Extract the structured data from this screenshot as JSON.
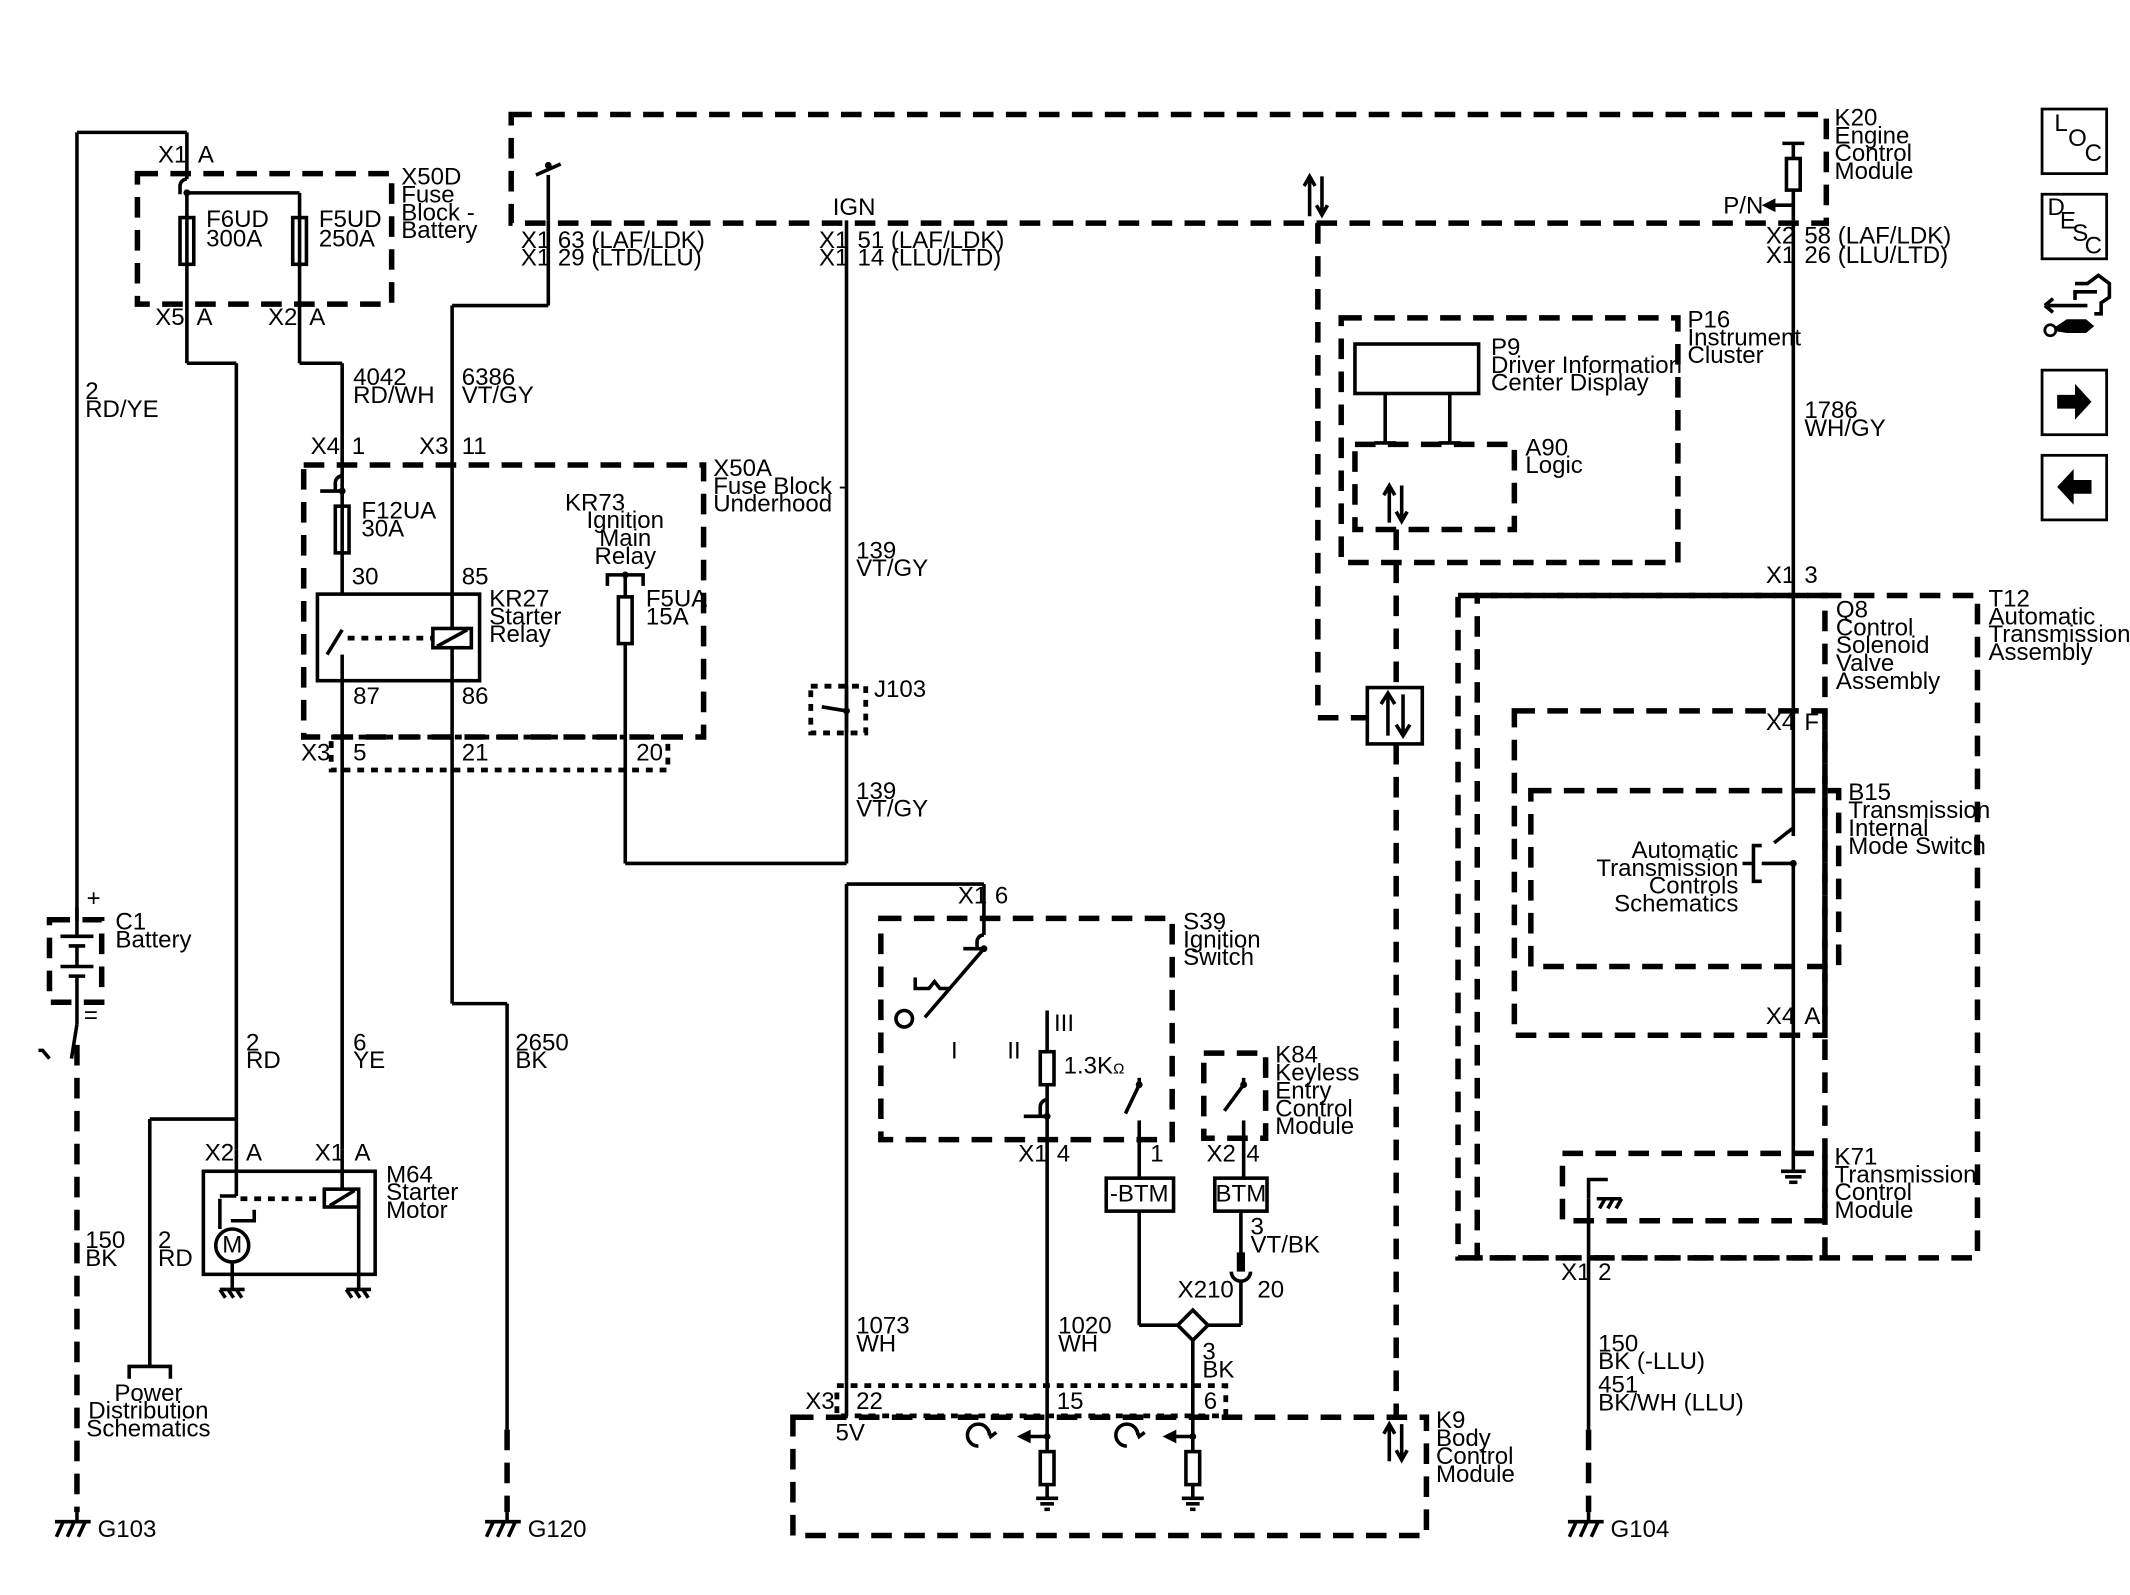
{
  "diagram": {
    "components": {
      "k20": [
        "K20",
        "Engine",
        "Control",
        "Module"
      ],
      "x50d": [
        "X50D",
        "Fuse",
        "Block -",
        "Battery"
      ],
      "f6ud": [
        "F6UD",
        "300A"
      ],
      "f5ud": [
        "F5UD",
        "250A"
      ],
      "x50a": [
        "X50A",
        "Fuse Block -",
        "Underhood"
      ],
      "f12ua": [
        "F12UA",
        "30A"
      ],
      "kr73": [
        "KR73",
        "Ignition",
        "Main",
        "Relay"
      ],
      "kr27": [
        "KR27",
        "Starter",
        "Relay"
      ],
      "f5ua": [
        "F5UA",
        "15A"
      ],
      "j103": "J103",
      "c1": [
        "C1",
        "Battery"
      ],
      "m64": [
        "M64",
        "Starter",
        "Motor"
      ],
      "power_dist": [
        "Power",
        "Distribution",
        "Schematics"
      ],
      "s39": [
        "S39",
        "Ignition",
        "Switch"
      ],
      "k84": [
        "K84",
        "Keyless",
        "Entry",
        "Control",
        "Module"
      ],
      "btm_neg": "-BTM",
      "btm": "BTM",
      "x210": "X210",
      "k9": [
        "K9",
        "Body",
        "Control",
        "Module"
      ],
      "p16": [
        "P16",
        "Instrument",
        "Cluster"
      ],
      "p9": [
        "P9",
        "Driver Information",
        "Center Display"
      ],
      "a90": [
        "A90",
        "Logic"
      ],
      "q8": [
        "Q8",
        "Control",
        "Solenoid",
        "Valve",
        "Assembly"
      ],
      "t12": [
        "T12",
        "Automatic",
        "Transmission",
        "Assembly"
      ],
      "b15": [
        "B15",
        "Transmission",
        "Internal",
        "Mode Switch"
      ],
      "atc": [
        "Automatic",
        "Transmission",
        "Controls",
        "Schematics"
      ],
      "k71": [
        "K71",
        "Transmission",
        "Control",
        "Module"
      ]
    },
    "signals": {
      "ign": "IGN",
      "pn": "P/N",
      "v5": "5V",
      "res": "1.3K",
      "ohm": "Ω",
      "sw_iii": "III",
      "sw_ii": "II",
      "sw_i": "I"
    },
    "connectors": {
      "x1_top": "X1",
      "a_top": "A",
      "x5": "X5",
      "x5_a": "A",
      "x2_x50d": "X2",
      "x2_a": "A",
      "x4": "X4",
      "x4_pin": "1",
      "x3_11": "X3",
      "pin_11": "11",
      "pin_30": "30",
      "pin_85": "85",
      "pin_87": "87",
      "pin_86": "86",
      "x3_bot": "X3",
      "pin_5": "5",
      "pin_21": "21",
      "pin_20": "20",
      "k20_x1a": "X1",
      "k20_63": "63 (LAF/LDK)",
      "k20_x1b": "X1",
      "k20_29": "29 (LTD/LLU)",
      "k20_x1c": "X1",
      "k20_51": "51 (LAF/LDK)",
      "k20_x1d": "X1",
      "k20_14": "14 (LLU/LTD)",
      "k20_x2": "X2",
      "k20_58": "58 (LAF/LDK)",
      "k20_x1e": "X1",
      "k20_26": "26 (LLU/LTD)",
      "m64_x2": "X2",
      "m64_x2a": "A",
      "m64_x1": "X1",
      "m64_x1a": "A",
      "s39_x1": "X1",
      "s39_6": "6",
      "s39_x1b": "X1",
      "s39_4": "4",
      "s39_1": "1",
      "k84_x2": "X2",
      "k84_4": "4",
      "x210_20": "20",
      "k9_x3": "X3",
      "k9_22": "22",
      "k9_15": "15",
      "k9_6": "6",
      "t12_x1": "X1",
      "t12_3": "3",
      "t12_x4f": "X4",
      "t12_f": "F",
      "t12_x4a": "X4",
      "t12_a": "A",
      "k71_x1": "X1",
      "k71_2": "2"
    },
    "wires": {
      "w2_rdye": [
        "2",
        "RD/YE"
      ],
      "w4042": [
        "4042",
        "RD/WH"
      ],
      "w6386": [
        "6386",
        "VT/GY"
      ],
      "w139a": [
        "139",
        "VT/GY"
      ],
      "w139b": [
        "139",
        "VT/GY"
      ],
      "w2_rd": [
        "2",
        "RD"
      ],
      "w6_ye": [
        "6",
        "YE"
      ],
      "w2650": [
        "2650",
        "BK"
      ],
      "w150": [
        "150",
        "BK"
      ],
      "w2_rd2": [
        "2",
        "RD"
      ],
      "w1073": [
        "1073",
        "WH"
      ],
      "w1020": [
        "1020",
        "WH"
      ],
      "w3_vtbk": [
        "3",
        "VT/BK"
      ],
      "w3_bk": [
        "3",
        "BK"
      ],
      "w1786": [
        "1786",
        "WH/GY"
      ],
      "w150_451": [
        "150",
        "BK  (-LLU)",
        "451",
        "BK/WH (LLU)"
      ]
    },
    "grounds": {
      "g103": "G103",
      "g120": "G120",
      "g104": "G104"
    }
  },
  "nav": {
    "loc": [
      "L",
      "O",
      "C"
    ],
    "desc": [
      "D",
      "E",
      "S",
      "C"
    ]
  }
}
